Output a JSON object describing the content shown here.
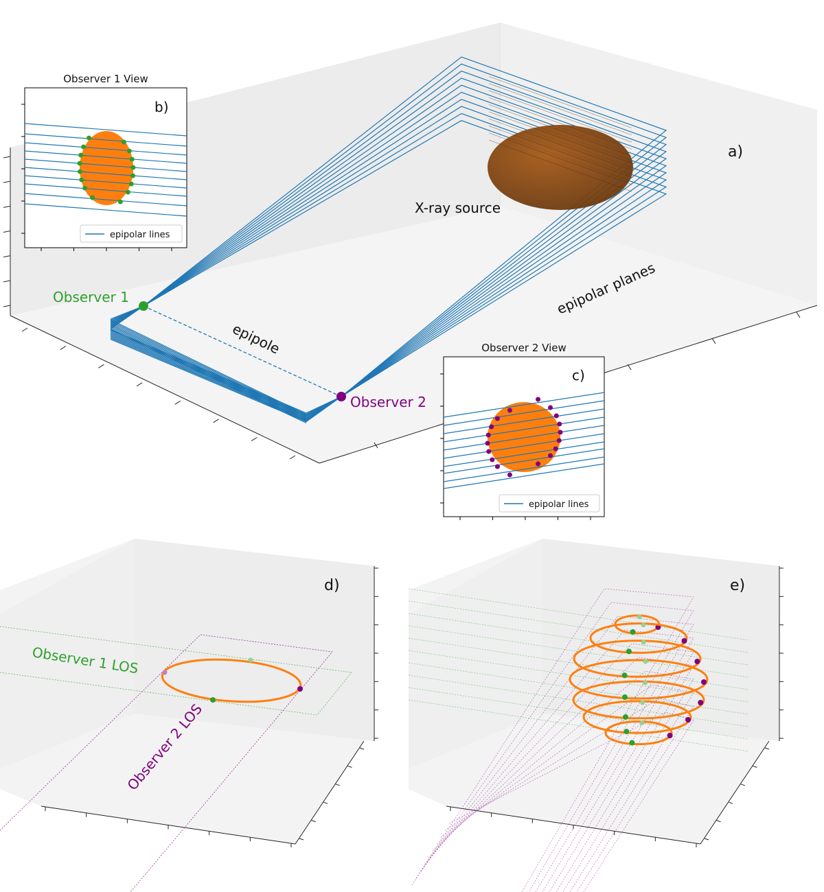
{
  "panels": {
    "a": {
      "label": "a)",
      "source_label": "X-ray source",
      "planes_label": "epipolar planes",
      "epipole_label": "epipole",
      "observer1_label": "Observer 1",
      "observer2_label": "Observer 2"
    },
    "b": {
      "title": "Observer 1 View",
      "label": "b)",
      "legend": "epipolar lines"
    },
    "c": {
      "title": "Observer 2 View",
      "label": "c)",
      "legend": "epipolar lines"
    },
    "d": {
      "label": "d)",
      "los1_label": "Observer 1 LOS",
      "los2_label": "Observer 2 LOS"
    },
    "e": {
      "label": "e)"
    }
  },
  "colors": {
    "epipolar_lines": "#1f77b4",
    "source": "#ff7f0e",
    "source_3d": "#8a4a12",
    "observer1": "#2ca02c",
    "observer2": "#800080",
    "pane": "#f2f2f2"
  }
}
